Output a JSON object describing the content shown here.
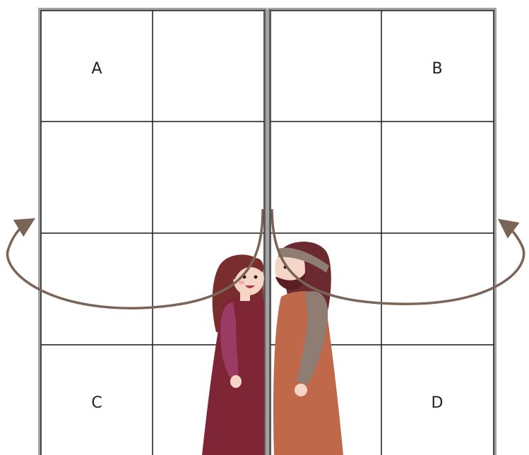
{
  "grid": {
    "labels": {
      "a": "A",
      "b": "B",
      "c": "C",
      "d": "D"
    },
    "rows": 4,
    "cols_per_panel": 2
  },
  "colors": {
    "frame": "#a3a3a3",
    "line": "#1a1a1a",
    "arrow": "#7a6357",
    "woman_dress": "#7e2636",
    "woman_sleeve": "#9b3a63",
    "woman_hair": "#7a2d2d",
    "man_robe": "#c0694a",
    "man_sleeve": "#8f7d73",
    "man_hair": "#6b2a30",
    "man_beard": "#5a1f24",
    "skin": "#f5d6c6"
  },
  "figures": {
    "left": "woman",
    "right": "man"
  }
}
